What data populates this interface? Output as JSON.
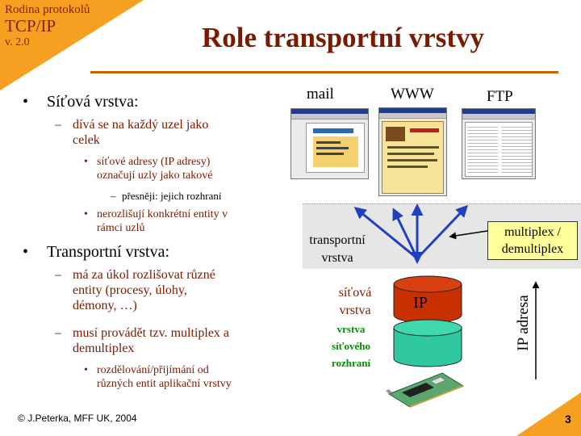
{
  "header": {
    "series": "Rodina protokolů",
    "protocol": "TCP/IP",
    "version": "v. 2.0"
  },
  "title": "Role transportní vrstvy",
  "left": {
    "net_heading": "Síťová vrstva:",
    "net_sub1": "dívá se na každý uzel jako celek",
    "net_sub1_line1": "dívá se na každý uzel jako",
    "net_sub1_line2": "celek",
    "net_sub2_line1": "síťové adresy (IP adresy)",
    "net_sub2_line2": "označují uzly jako takové",
    "net_sub3": "přesněji: jejich rozhraní",
    "net_sub4_line1": "nerozlišují konkrétní entity v",
    "net_sub4_line2": "rámci uzlů",
    "trans_heading": "Transportní vrstva:",
    "trans_sub1_line1": "má za úkol rozlišovat různé",
    "trans_sub1_line2": "entity (procesy, úlohy,",
    "trans_sub1_line3": "démony, …)",
    "trans_sub2_line1": "musí provádět tzv. multiplex a",
    "trans_sub2_line2": "demultiplex",
    "trans_sub3_line1": "rozdělování/přijímání od",
    "trans_sub3_line2": "různých entit aplikační vrstvy"
  },
  "diagram": {
    "apps": [
      "mail",
      "WWW",
      "FTP"
    ],
    "transport_line1": "transportní",
    "transport_line2": "vrstva",
    "mux_line1": "multiplex /",
    "mux_line2": "demultiplex",
    "net_line1": "síťová",
    "net_line2": "vrstva",
    "ip_label": "IP",
    "iface_line1": "vrstva",
    "iface_line2": "síťového",
    "iface_line3": "rozhraní",
    "ip_address": "IP adresa"
  },
  "footer": {
    "copyright_symbol": "©",
    "author": "J.Peterka, MFF UK, 2004",
    "page": "3"
  },
  "colors": {
    "accent": "#F5A020",
    "title": "#7A1A00",
    "arrow": "#2040C0",
    "ip_box": "#C83000",
    "iface_box": "#30C8A0",
    "mux_box": "#FFFF9A"
  }
}
